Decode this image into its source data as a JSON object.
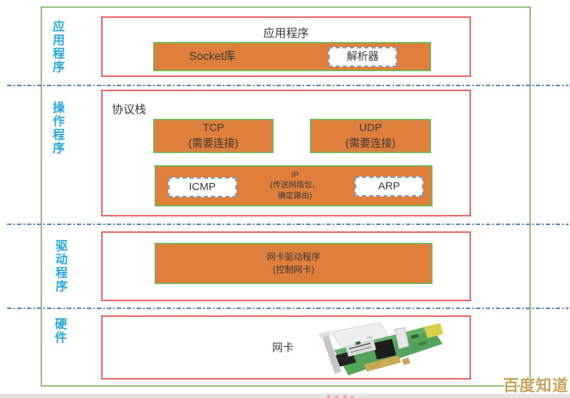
{
  "watermark": {
    "text": "百度知道",
    "color": "#C8A45B"
  },
  "colors": {
    "outer_border": "#8CC271",
    "section_border": "#F15E5E",
    "block_fill": "#E07E3B",
    "block_border": "#72B855",
    "side_label_blue": "#29A9E0",
    "divider_blue": "#4D7FC3",
    "white_box_dashed_border": "#7E9CC9"
  },
  "sections": {
    "application": {
      "side_label": "应用程序",
      "title": "应用程序",
      "socket_label": "Socket库",
      "resolver_label": "解析器"
    },
    "operating": {
      "side_label": "操作程序",
      "stack_label": "协议栈",
      "tcp": {
        "line1": "TCP",
        "line2": "(需要连接)"
      },
      "udp": {
        "line1": "UDP",
        "line2": "(需要连接)"
      },
      "icmp_label": "ICMP",
      "ip": {
        "line1": "IP",
        "line2": "(传送网络包、",
        "line3": "确定路由)"
      },
      "arp_label": "ARP"
    },
    "driver": {
      "side_label": "驱动程序",
      "nic_driver": {
        "line1": "网卡驱动程序",
        "line2": "(控制网卡)"
      }
    },
    "hardware": {
      "side_label": "硬件",
      "nic_label": "网卡"
    }
  }
}
